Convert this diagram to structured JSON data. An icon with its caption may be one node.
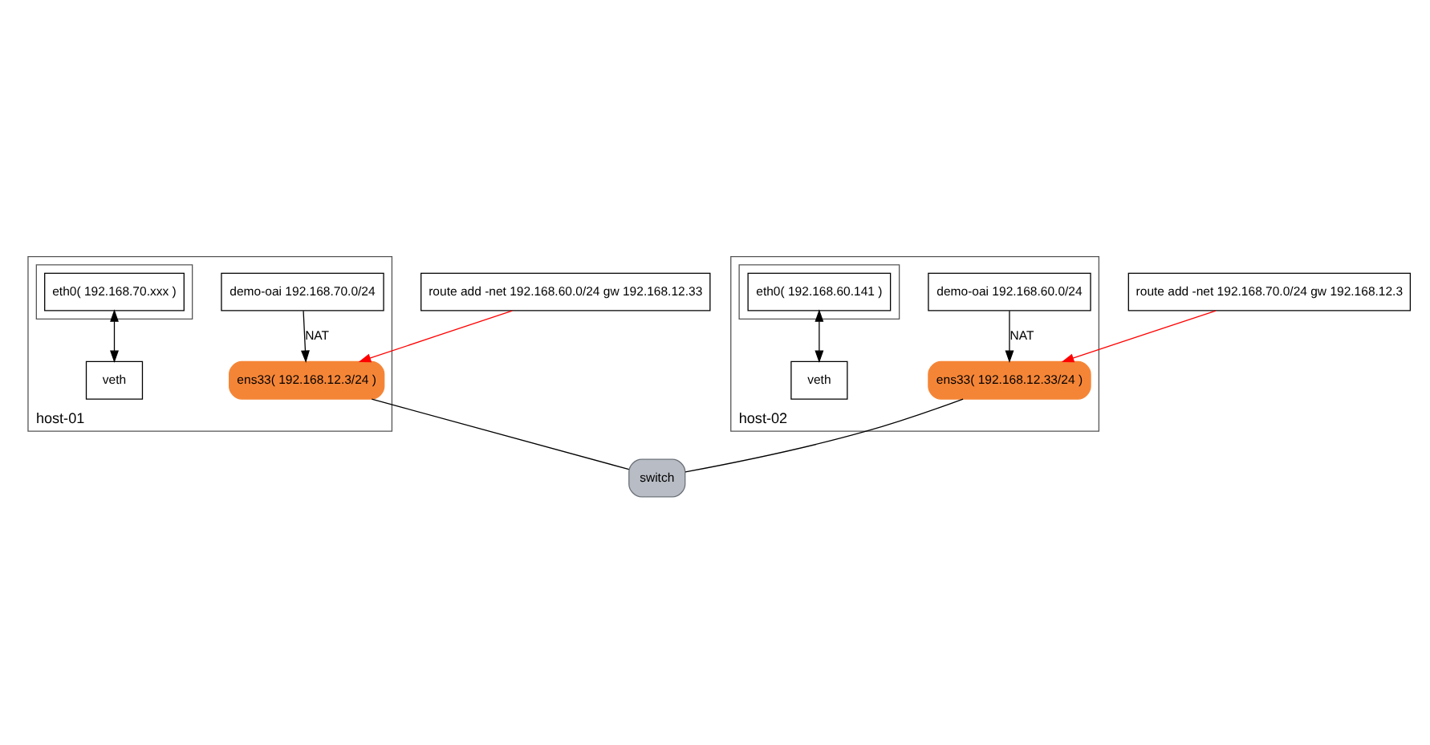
{
  "diagram": {
    "nodes": [
      {
        "text": [
          "host-01"
        ]
      },
      {
        "text": [],
        "shape": "box",
        "in": 0
      },
      {
        "text": [
          "eth0( 192.168.70.xxx )"
        ],
        "in": 1
      },
      {
        "text": [
          "veth"
        ],
        "in": 0
      },
      {
        "text": [
          "demo-oai 192.168.70.0/24"
        ],
        "in": 0
      },
      {
        "text": [
          "ens33( 192.168.12.3/24 )"
        ],
        "in": 0
      },
      {
        "text": [
          "host-02"
        ]
      },
      {
        "text": [],
        "shape": "box",
        "in": 6
      },
      {
        "text": [
          "eth0( 192.168.60.141 )"
        ],
        "in": 7
      },
      {
        "text": [
          "veth"
        ],
        "in": 6
      },
      {
        "text": [
          "demo-oai 192.168.60.0/24"
        ],
        "in": 6
      },
      {
        "text": [
          "ens33( 192.168.12.33/24 )"
        ],
        "in": 6
      },
      {
        "text": [
          "switch"
        ]
      },
      {
        "text": [
          "route add -net 192.168.70.0/24 gw 192.168.12.3"
        ]
      },
      {
        "text": [
          "route add -net 192.168.60.0/24 gw 192.168.12.33"
        ]
      }
    ],
    "edges": [
      {
        "from": 2,
        "to": 3,
        "arrow": "both"
      },
      {
        "from": 4,
        "to": 5,
        "label": "NAT",
        "arrow": "to"
      },
      {
        "from": 8,
        "to": 9,
        "arrow": "both"
      },
      {
        "from": 10,
        "to": 11,
        "label": "NAT",
        "arrow": "to"
      },
      {
        "from": 5,
        "to": 12,
        "arrow": "none"
      },
      {
        "from": 11,
        "to": 12,
        "arrow": "none"
      },
      {
        "from": 13,
        "to": 11,
        "arrow": "to",
        "color": "#ff0000"
      },
      {
        "from": 14,
        "to": 5,
        "arrow": "to",
        "color": "#ff0000"
      }
    ]
  }
}
